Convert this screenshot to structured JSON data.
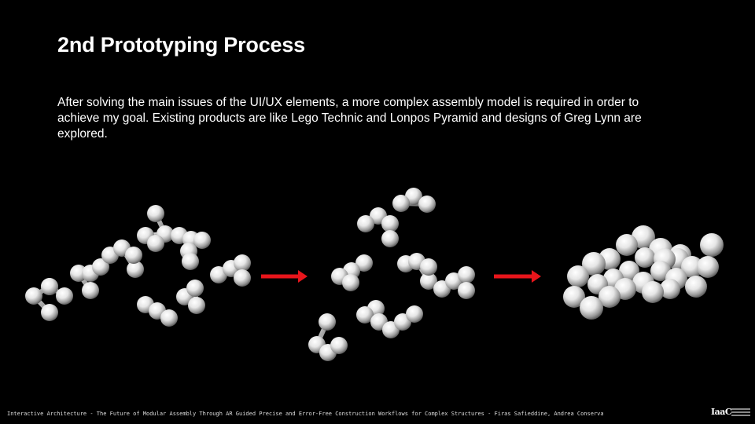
{
  "slide": {
    "title": "2nd Prototyping Process",
    "body": "After solving the main issues of the UI/UX elements, a more complex assembly model is required in order to achieve my goal. Existing products are like Lego Technic and Lonpos Pyramid and designs of Greg Lynn are explored."
  },
  "figure": {
    "stages": [
      "scattered-pieces",
      "partially-connected-pieces",
      "assembled-cluster"
    ],
    "arrow_color": "#e8151b"
  },
  "footer": {
    "text": "Interactive Architecture - The Future of Modular Assembly Through AR Guided Precise and Error-Free Construction Workflows for Complex Structures - Firas Safieddine, Andrea Conserva"
  },
  "logo": {
    "mark": "IaaC",
    "icon": "iaac-logo-icon"
  },
  "colors": {
    "background": "#000000",
    "text": "#ffffff",
    "arrow": "#e8151b"
  }
}
